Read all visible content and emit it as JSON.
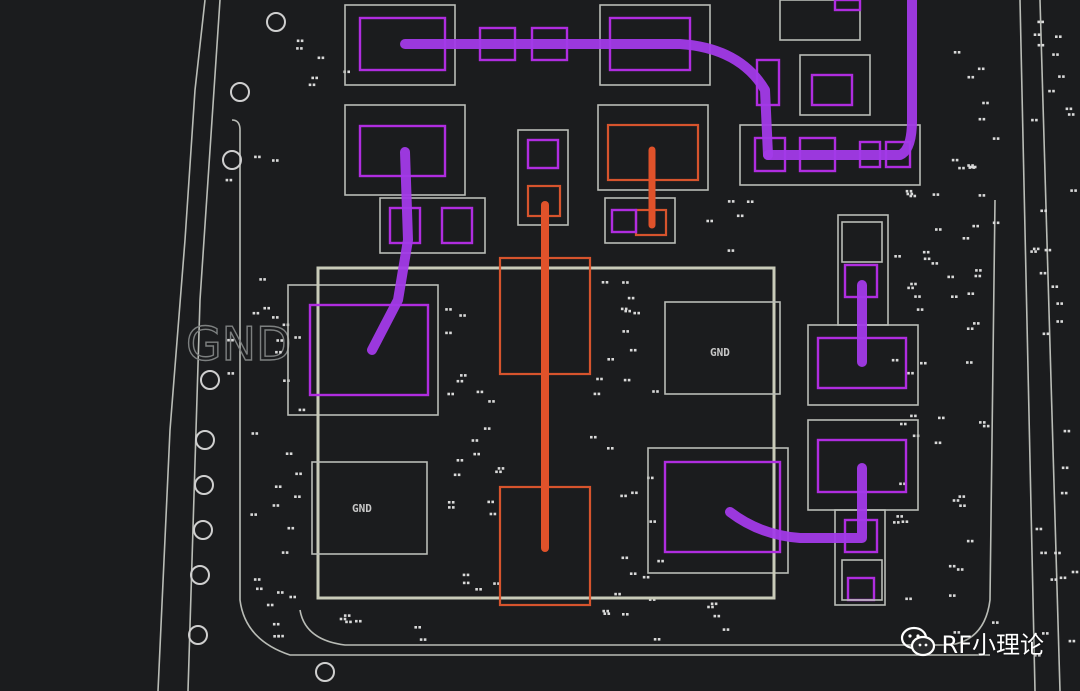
{
  "board": {
    "silkscreen_label": "GND",
    "pad_labels": [
      "GND",
      "GND"
    ]
  },
  "watermark": {
    "icon": "wechat-icon",
    "text": "RF小理论"
  },
  "colors": {
    "background": "#1b1c1e",
    "silkscreen": "#b9bcb6",
    "top_layer_pad": "#b02de0",
    "top_layer_trace": "#a23ae8",
    "inner_layer": "#e0522a"
  }
}
